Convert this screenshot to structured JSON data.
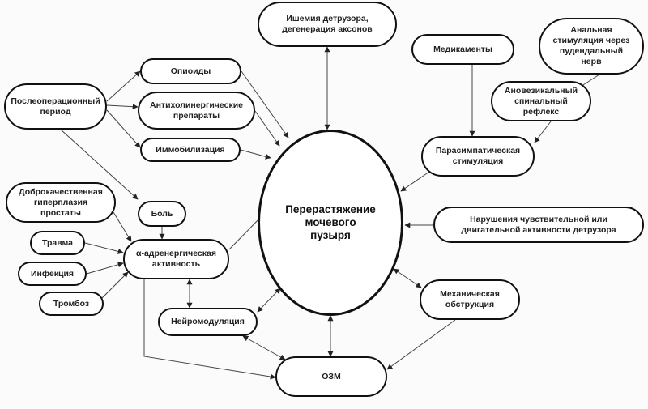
{
  "nodes": {
    "ischemia": [
      "Ишемия детрузора,",
      "дегенерация аксонов"
    ],
    "medications": [
      "Медикаменты"
    ],
    "anal": [
      "Анальная",
      "стимуляция через",
      "пудендальный",
      "нерв"
    ],
    "anovesical": [
      "Ановезикальный",
      "спинальный",
      "рефлекс"
    ],
    "parasympathetic": [
      "Парасимпатическая",
      "стимуляция"
    ],
    "opioids": [
      "Опиоиды"
    ],
    "anticholinergic": [
      "Антихолинергические",
      "препараты"
    ],
    "immobilization": [
      "Иммобилизация"
    ],
    "postop": [
      "Послеоперационный",
      "период"
    ],
    "bph": [
      "Доброкачественная",
      "гиперплазия",
      "простаты"
    ],
    "pain": [
      "Боль"
    ],
    "trauma": [
      "Травма"
    ],
    "infection": [
      "Инфекция"
    ],
    "thrombosis": [
      "Тромбоз"
    ],
    "alpha": [
      "α-адренергическая",
      "активность"
    ],
    "center": [
      "Перерастяжение",
      "мочевого",
      "пузыря"
    ],
    "detrusor": [
      "Нарушения чувствительной или",
      "двигательной активности детрузора"
    ],
    "neuromodulation": [
      "Нейромодуляция"
    ],
    "obstruction": [
      "Механическая",
      "обструкция"
    ],
    "ozm": [
      "ОЗМ"
    ]
  }
}
